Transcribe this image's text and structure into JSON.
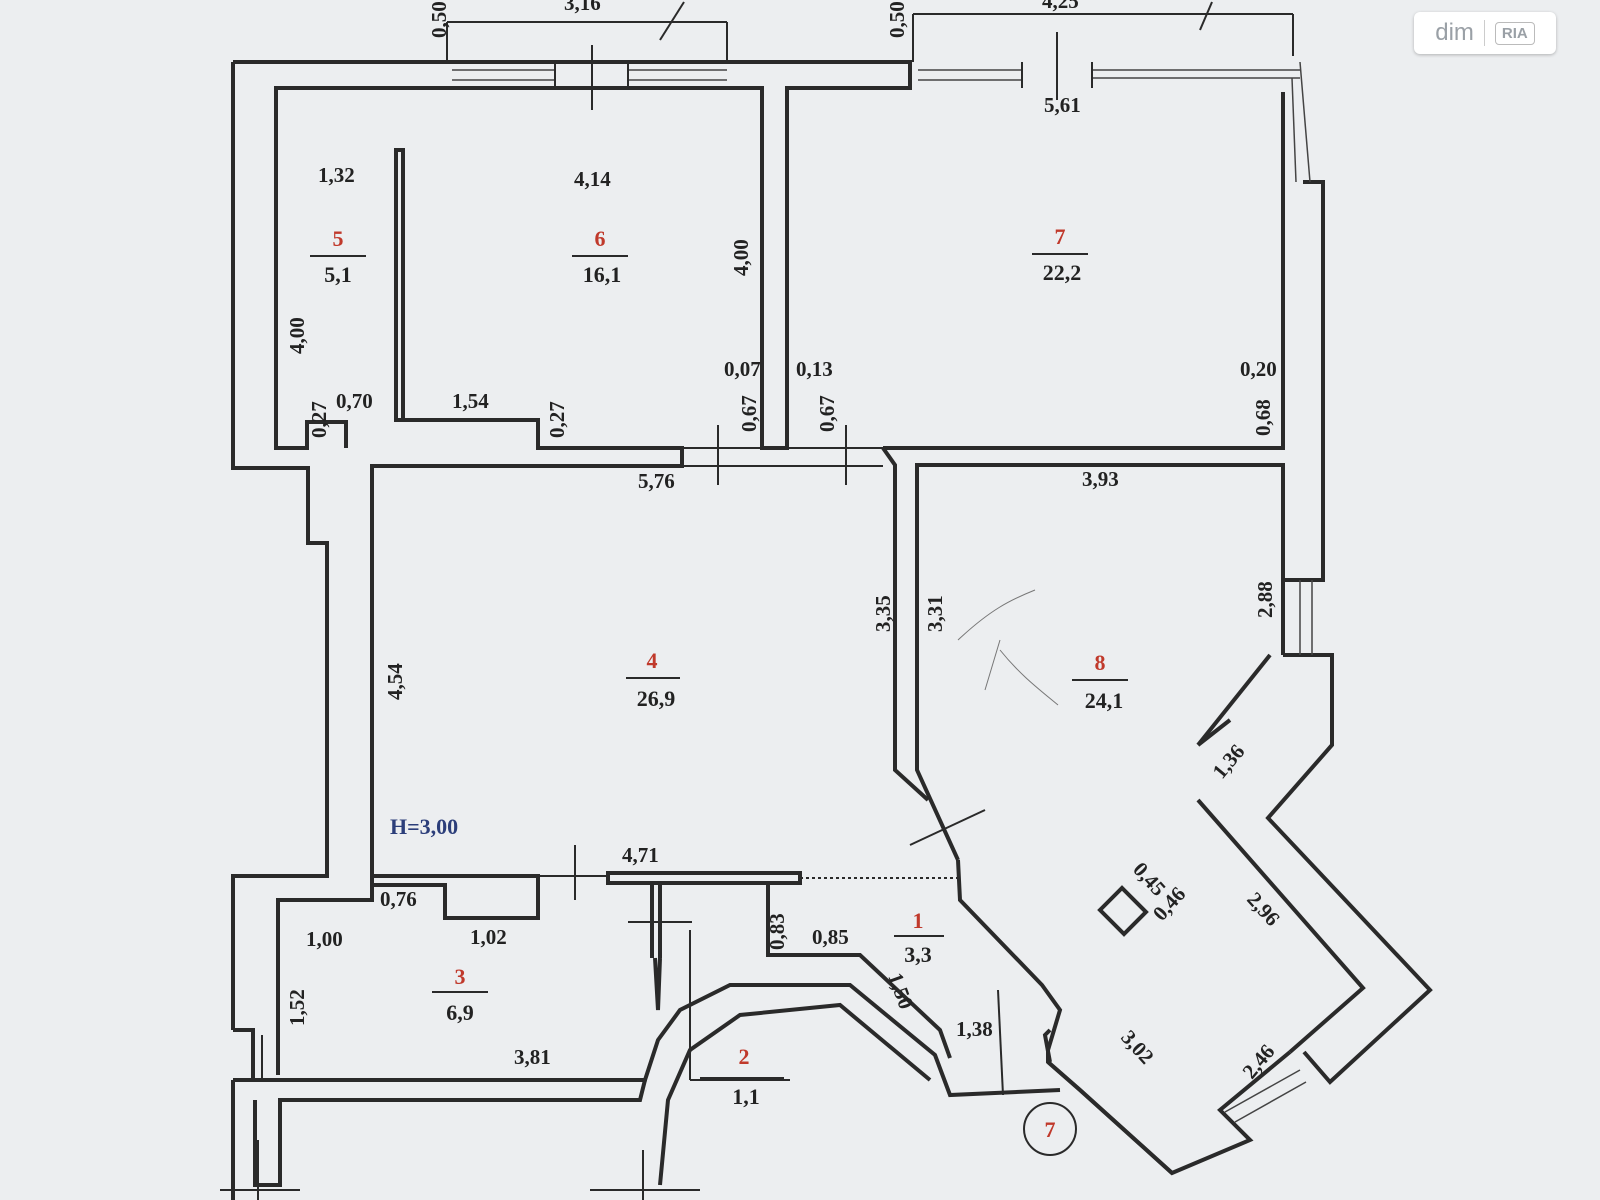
{
  "watermark": {
    "brand": "dim",
    "sub": "RIA"
  },
  "height_label": "H=3,00",
  "rooms": [
    {
      "number": "1",
      "area": "3,3"
    },
    {
      "number": "2",
      "area": "1,1"
    },
    {
      "number": "3",
      "area": "6,9"
    },
    {
      "number": "4",
      "area": "26,9"
    },
    {
      "number": "5",
      "area": "5,1"
    },
    {
      "number": "6",
      "area": "16,1"
    },
    {
      "number": "7",
      "area": "22,2"
    },
    {
      "number": "8",
      "area": "24,1"
    }
  ],
  "stair_marker": "7",
  "dimensions": {
    "top_left_span": "3,16",
    "top_right_span": "4,25",
    "top_left_offset": "0,50",
    "top_right_offset": "0,50",
    "r7_top": "5,61",
    "r5_top": "1,32",
    "r6_top": "4,14",
    "r6_side": "4,00",
    "r5_side": "4,00",
    "r5_bottom_a": "0,27",
    "r5_bottom_b": "0,70",
    "r6_bottom_a": "1,54",
    "r6_bottom_b": "0,27",
    "wall_a": "0,07",
    "wall_b": "0,13",
    "door_a": "0,67",
    "door_b": "0,67",
    "r7_right_a": "0,20",
    "r7_right_b": "0,68",
    "r4_top": "5,76",
    "r8_top": "3,93",
    "r4_right": "3,35",
    "r8_left": "3,31",
    "r8_right": "2,88",
    "r4_left": "4,54",
    "r8_diag_a": "1,36",
    "r8_diag_b": "2,96",
    "r8_diag_c": "3,02",
    "r8_diag_d": "2,46",
    "column_a": "0,45",
    "column_b": "0,46",
    "r4_bottom": "4,71",
    "r3_top_a": "0,76",
    "r3_top_b": "1,00",
    "r3_top_c": "1,02",
    "r3_side": "1,52",
    "r3_bottom": "3,81",
    "r1_a": "0,83",
    "r1_b": "0,85",
    "r1_c": "1,50",
    "r1_d": "1,38"
  }
}
